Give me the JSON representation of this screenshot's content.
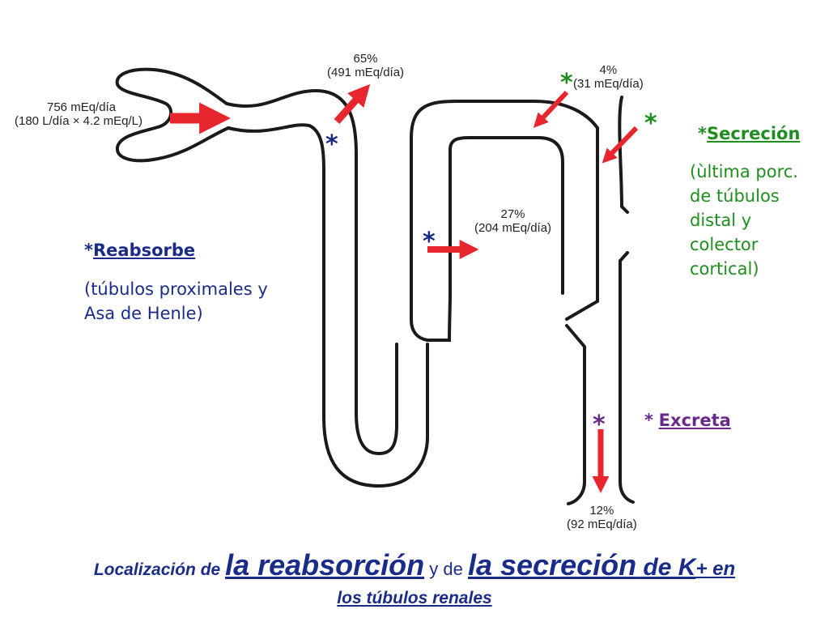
{
  "figure": {
    "input_label": [
      "756 mEq/día",
      "(180 L/día × 4.2 mEq/L)"
    ],
    "proximal_label": [
      "65%",
      "(491 mEq/día)"
    ],
    "henle_label": [
      "27%",
      "(204 mEq/día)"
    ],
    "distal_label": [
      "4%",
      "(31 mEq/día)"
    ],
    "output_label": [
      "12%",
      "(92 mEq/día)"
    ],
    "asterisk": "*"
  },
  "reabsorbe": {
    "marker": "*",
    "title": "Reabsorbe",
    "lines": [
      "(túbulos proximales y",
      "Asa de Henle)"
    ]
  },
  "secrecion": {
    "marker": "*",
    "title": "Secreción",
    "lines": [
      "(ùltima porc.",
      "de túbulos",
      "distal y",
      "colector",
      "cortical)"
    ]
  },
  "excreta": {
    "marker": "*",
    "title": "Excreta"
  },
  "caption": {
    "part1": "Localización de ",
    "part2": "la reabsorción",
    "part3": " y de ",
    "part4": "la secreción",
    "part5": " de K",
    "part6": "+ en",
    "part7": "los túbulos renales"
  },
  "colors": {
    "arrow": "#e8262e",
    "tubule": "#1a1a1a",
    "reabsorbe_text": "#1a2c8a",
    "secrecion_text": "#1e8f1e",
    "excreta_text": "#6a2a8a"
  }
}
